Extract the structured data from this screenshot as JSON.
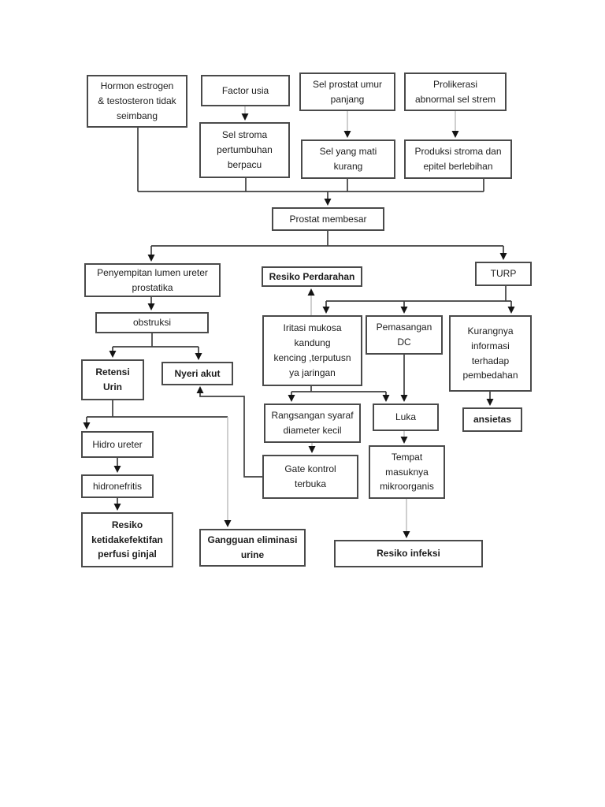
{
  "colors": {
    "background": "#ffffff",
    "border": "#4a4a4a",
    "line": "#3f3f3f",
    "line_light": "#b5b5b5",
    "arrow": "#141414",
    "text": "#1c1c1c"
  },
  "nodes": {
    "hormon_estrogen": {
      "label": "Hormon estrogen\n& testosteron tidak\nseimbang",
      "bold": false
    },
    "factor_usia": {
      "label": "Factor usia",
      "bold": false
    },
    "sel_stroma": {
      "label": "Sel stroma\npertumbuhan\nberpacu",
      "bold": false
    },
    "sel_prostat": {
      "label": "Sel prostat umur\npanjang",
      "bold": false
    },
    "prolikerasi": {
      "label": "Prolikerasi\nabnormal sel strem",
      "bold": false
    },
    "sel_mati": {
      "label": "Sel yang mati\nkurang",
      "bold": false
    },
    "produksi": {
      "label": "Produksi stroma dan\nepitel berlebihan",
      "bold": false
    },
    "prostat_membesar": {
      "label": "Prostat membesar",
      "bold": false
    },
    "penyempitan": {
      "label": "Penyempitan lumen ureter\nprostatika",
      "bold": false
    },
    "resiko_perdarahan": {
      "label": "Resiko Perdarahan",
      "bold": true
    },
    "turp": {
      "label": "TURP",
      "bold": false
    },
    "obstruksi": {
      "label": "obstruksi",
      "bold": false
    },
    "iritasi": {
      "label": "Iritasi mukosa\nkandung\nkencing ,terputusn\nya jaringan",
      "bold": false
    },
    "pemasangan_dc": {
      "label": "Pemasangan\nDC",
      "bold": false
    },
    "kurangnya": {
      "label": "Kurangnya\ninformasi\nterhadap\npembedahan",
      "bold": false
    },
    "retensi_urin": {
      "label": "Retensi\nUrin",
      "bold": true
    },
    "nyeri_akut": {
      "label": "Nyeri akut",
      "bold": true
    },
    "rangsangan": {
      "label": "Rangsangan syaraf\ndiameter kecil",
      "bold": false
    },
    "luka": {
      "label": "Luka",
      "bold": false
    },
    "ansietas": {
      "label": "ansietas",
      "bold": true
    },
    "hidro_ureter": {
      "label": "Hidro ureter",
      "bold": false
    },
    "gate_kontrol": {
      "label": "Gate kontrol\nterbuka",
      "bold": false
    },
    "tempat_masuknya": {
      "label": "Tempat\nmasuknya\nmikroorganis",
      "bold": false
    },
    "hidronefritis": {
      "label": "hidronefritis",
      "bold": false
    },
    "resiko_perfusi": {
      "label": "Resiko\nketidakefektifan\nperfusi ginjal",
      "bold": true
    },
    "gangguan_eliminasi": {
      "label": "Gangguan eliminasi\nurine",
      "bold": true
    },
    "resiko_infeksi": {
      "label": "Resiko infeksi",
      "bold": true
    }
  },
  "edges": [
    {
      "from": "hormon_estrogen",
      "to": "prostat_membesar"
    },
    {
      "from": "factor_usia",
      "to": "sel_stroma"
    },
    {
      "from": "sel_stroma",
      "to": "prostat_membesar"
    },
    {
      "from": "sel_prostat",
      "to": "sel_mati"
    },
    {
      "from": "sel_mati",
      "to": "prostat_membesar"
    },
    {
      "from": "prolikerasi",
      "to": "produksi"
    },
    {
      "from": "produksi",
      "to": "prostat_membesar"
    },
    {
      "from": "prostat_membesar",
      "to": "penyempitan"
    },
    {
      "from": "prostat_membesar",
      "to": "turp"
    },
    {
      "from": "penyempitan",
      "to": "obstruksi"
    },
    {
      "from": "obstruksi",
      "to": "retensi_urin"
    },
    {
      "from": "obstruksi",
      "to": "nyeri_akut"
    },
    {
      "from": "retensi_urin",
      "to": "hidro_ureter"
    },
    {
      "from": "retensi_urin",
      "to": "gangguan_eliminasi"
    },
    {
      "from": "hidro_ureter",
      "to": "hidronefritis"
    },
    {
      "from": "hidronefritis",
      "to": "resiko_perfusi"
    },
    {
      "from": "turp",
      "to": "iritasi"
    },
    {
      "from": "turp",
      "to": "pemasangan_dc"
    },
    {
      "from": "turp",
      "to": "kurangnya"
    },
    {
      "from": "iritasi",
      "to": "resiko_perdarahan"
    },
    {
      "from": "iritasi",
      "to": "rangsangan"
    },
    {
      "from": "iritasi",
      "to": "luka"
    },
    {
      "from": "pemasangan_dc",
      "to": "luka"
    },
    {
      "from": "rangsangan",
      "to": "gate_kontrol"
    },
    {
      "from": "gate_kontrol",
      "to": "nyeri_akut"
    },
    {
      "from": "luka",
      "to": "tempat_masuknya"
    },
    {
      "from": "tempat_masuknya",
      "to": "resiko_infeksi"
    },
    {
      "from": "kurangnya",
      "to": "ansietas"
    }
  ]
}
